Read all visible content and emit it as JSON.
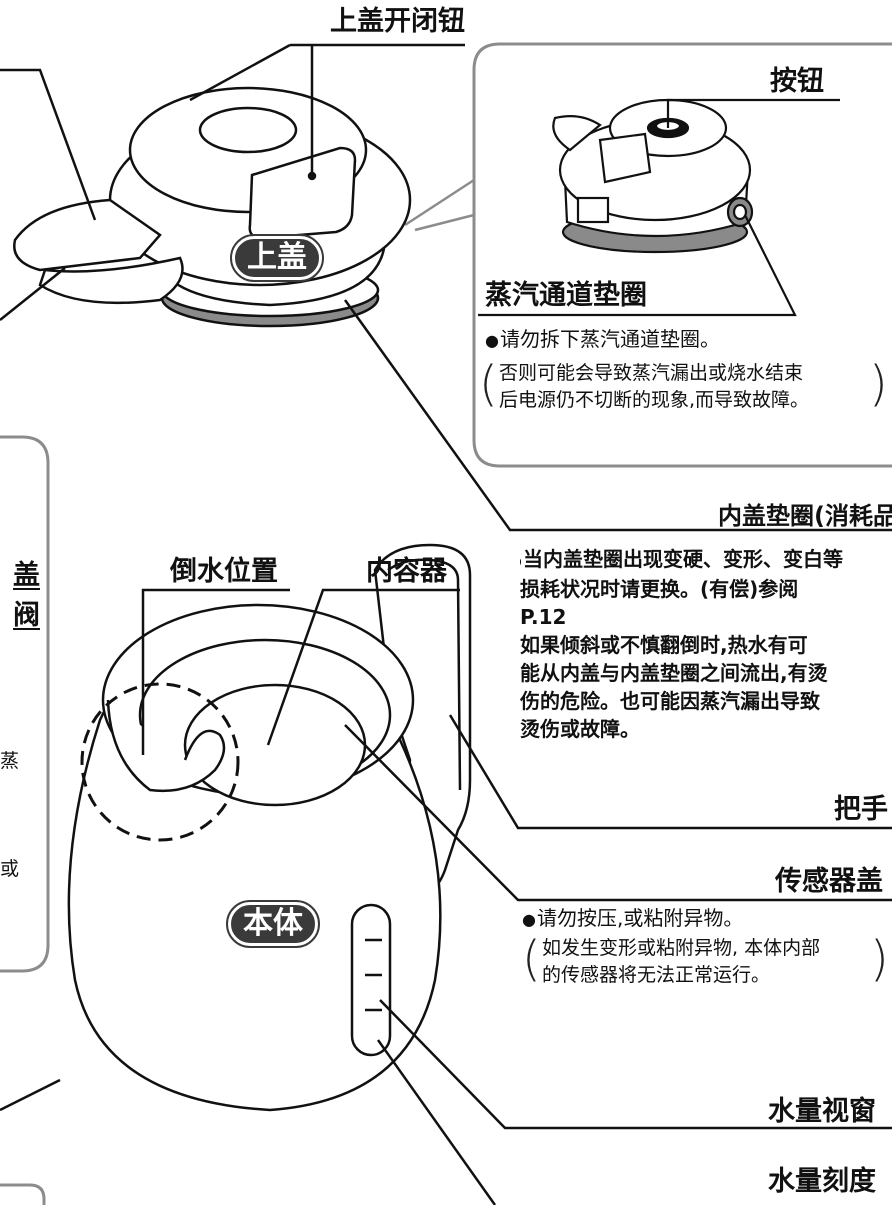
{
  "labels": {
    "lid_open_button": "上盖开闭钮",
    "button": "按钮",
    "lid": "上盖",
    "steam_gasket": "蒸汽通道垫圈",
    "inner_lid_gasket": "内盖垫圈(消耗品)",
    "pour_position": "倒水位置",
    "inner_container": "内容器",
    "handle": "把手",
    "sensor_cover": "传感器盖",
    "body": "本体",
    "water_window": "水量视窗",
    "water_scale": "水量刻度",
    "left_cut_1": "盖",
    "left_cut_2": "阀",
    "left_cut_3": "蒸",
    "left_cut_4": "或"
  },
  "steam_gasket_notes": {
    "bullet": "请勿拆下蒸汽通道垫圈。",
    "paren_line1": "否则可能会导致蒸汽漏出或烧水结束",
    "paren_line2": "后电源仍不切断的现象,而导致故障。"
  },
  "inner_lid_notes": {
    "line1": "当内盖垫圈出现变硬、变形、变白等",
    "line2": "损耗状况时请更换。(有偿)参阅",
    "line3": "P.12",
    "line4": "如果倾斜或不慎翻倒时,热水有可",
    "line5": "能从内盖与内盖垫圈之间流出,有烫",
    "line6": "伤的危险。也可能因蒸汽漏出导致",
    "line7": "烫伤或故障。"
  },
  "sensor_notes": {
    "bullet": "请勿按压,或粘附异物。",
    "paren_line1": "如发生变形或粘附异物, 本体内部",
    "paren_line2": "的传感器将无法正常运行。"
  },
  "colors": {
    "line": "#111111",
    "pill_bg": "#3a3a3a",
    "gasket_gray": "#8a8a8a",
    "panel_border": "#8c8c8c"
  }
}
